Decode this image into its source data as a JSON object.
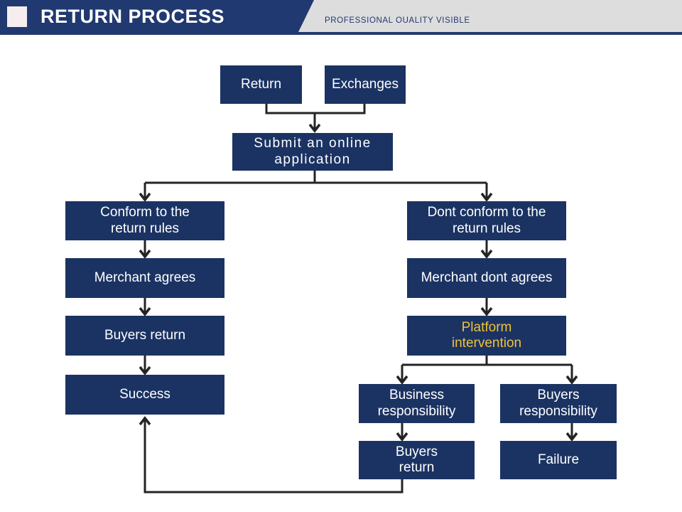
{
  "header": {
    "title": "RETURN PROCESS",
    "tagline": "PROFESSIONAL OUALITY VISIBLE"
  },
  "colors": {
    "header_navy": "#203970",
    "box_navy": "#1B3363",
    "accent_yellow": "#F0C235",
    "line_dark": "#242424",
    "tagline_gray": "#DDDDDD",
    "square_pink": "#F5EDEE"
  },
  "flowchart": {
    "nodes": {
      "return": {
        "label": "Return"
      },
      "exchanges": {
        "label": "Exchanges"
      },
      "submit": {
        "label": "Submit an online\napplication"
      },
      "conform": {
        "label": "Conform to the\nreturn rules"
      },
      "dont_conform": {
        "label": "Dont conform to the\nreturn rules"
      },
      "merchant_agrees": {
        "label": "Merchant agrees"
      },
      "merchant_dont_agrees": {
        "label": "Merchant dont agrees"
      },
      "buyers_return_left": {
        "label": "Buyers return"
      },
      "platform_intervention": {
        "label": "Platform\nintervention"
      },
      "success": {
        "label": "Success"
      },
      "business_responsibility": {
        "label": "Business\nresponsibility"
      },
      "buyers_responsibility": {
        "label": "Buyers\nresponsibility"
      },
      "buyers_return_bottom": {
        "label": "Buyers\nreturn"
      },
      "failure": {
        "label": "Failure"
      }
    }
  }
}
